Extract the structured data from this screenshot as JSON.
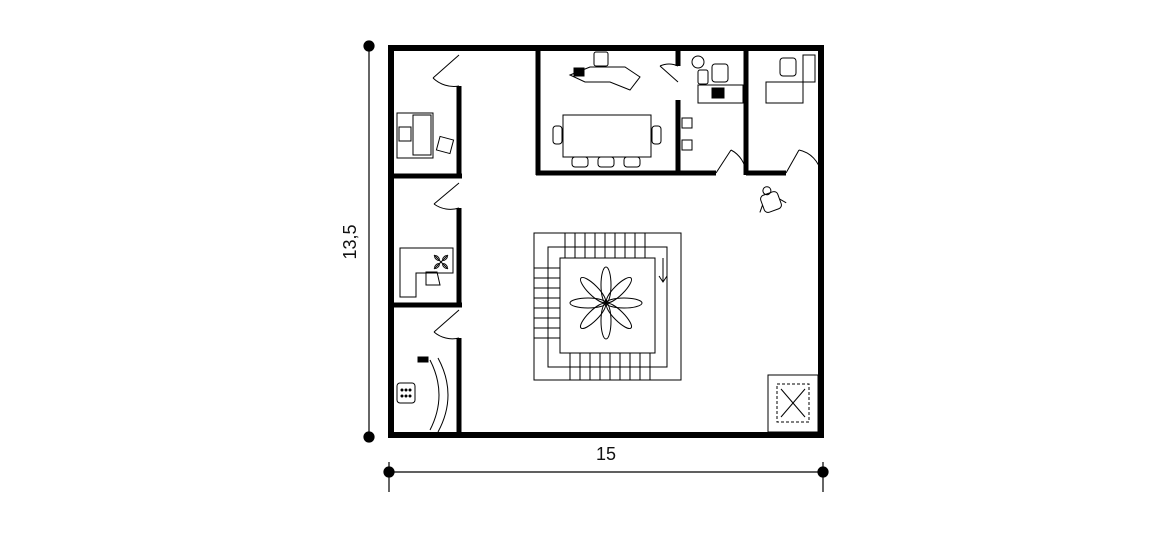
{
  "plan": {
    "dimensions": {
      "width_label": "15",
      "height_label": "13,5"
    },
    "colors": {
      "wall": "#000000",
      "line": "#333333",
      "background": "#ffffff"
    },
    "rooms": [
      {
        "id": "office-top-left",
        "furniture": [
          "desk",
          "chair",
          "side-chair"
        ]
      },
      {
        "id": "office-middle-left",
        "furniture": [
          "corner-desk",
          "chair",
          "plant"
        ]
      },
      {
        "id": "reception-bottom-left",
        "furniture": [
          "curved-reception-desk",
          "chair",
          "monitor"
        ]
      },
      {
        "id": "meeting-room",
        "furniture": [
          "conference-table",
          "chairs",
          "manager-desk"
        ]
      },
      {
        "id": "small-office",
        "furniture": [
          "desk",
          "chair",
          "plant",
          "cabinets"
        ]
      },
      {
        "id": "office-top-right",
        "furniture": [
          "l-desk",
          "chair"
        ]
      },
      {
        "id": "hall",
        "furniture": [
          "spiral-staircase",
          "decorative-plant",
          "elevator",
          "lounge-chair"
        ]
      }
    ]
  }
}
